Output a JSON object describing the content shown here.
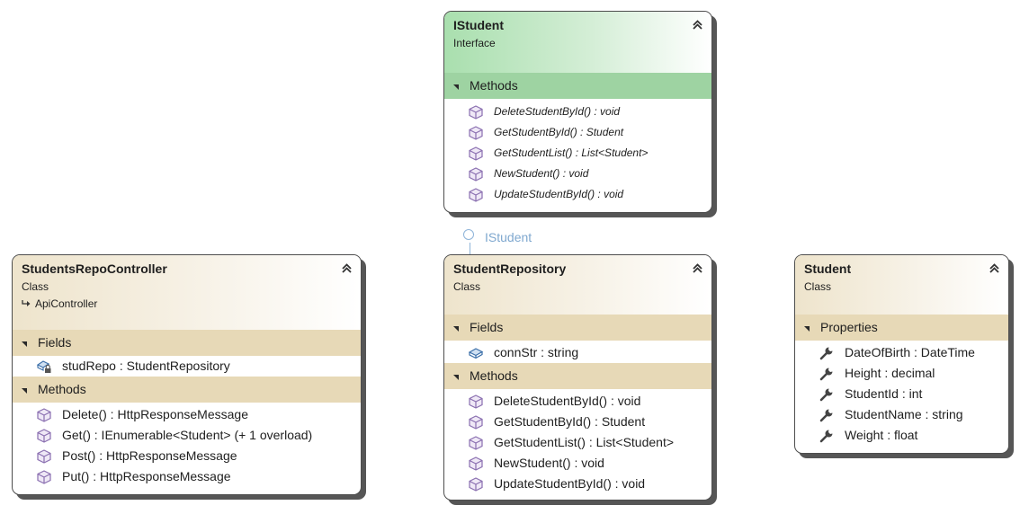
{
  "istudent": {
    "name": "IStudent",
    "stereotype": "Interface",
    "methods_label": "Methods",
    "methods": [
      "DeleteStudentById() : void",
      "GetStudentById() : Student",
      "GetStudentList() : List<Student>",
      "NewStudent() : void",
      "UpdateStudentById() : void"
    ]
  },
  "lollipop": {
    "label": "IStudent"
  },
  "controller": {
    "name": "StudentsRepoController",
    "stereotype": "Class",
    "base": "ApiController",
    "fields_label": "Fields",
    "fields": [
      "studRepo : StudentRepository"
    ],
    "methods_label": "Methods",
    "methods": [
      "Delete() : HttpResponseMessage",
      "Get() : IEnumerable<Student> (+ 1 overload)",
      "Post() : HttpResponseMessage",
      "Put() : HttpResponseMessage"
    ]
  },
  "repository": {
    "name": "StudentRepository",
    "stereotype": "Class",
    "fields_label": "Fields",
    "fields": [
      "connStr : string"
    ],
    "methods_label": "Methods",
    "methods": [
      "DeleteStudentById() : void",
      "GetStudentById() : Student",
      "GetStudentList() : List<Student>",
      "NewStudent() : void",
      "UpdateStudentById() : void"
    ]
  },
  "student": {
    "name": "Student",
    "stereotype": "Class",
    "properties_label": "Properties",
    "properties": [
      "DateOfBirth : DateTime",
      "Height : decimal",
      "StudentId : int",
      "StudentName : string",
      "Weight : float"
    ]
  },
  "colors": {
    "class_header": "#eee4cc",
    "class_section": "#e7d9b7",
    "interface_header": "#a9dfae",
    "interface_section": "#9ed3a2",
    "method_icon": "#8a6fb0",
    "field_icon": "#3a6ea8",
    "realization_line": "#8fb4d9"
  },
  "icons": {
    "collapse": "double-chevron-up-icon",
    "method": "method-cube-icon",
    "field": "field-icon",
    "private_field": "private-field-lock-icon",
    "property": "property-wrench-icon",
    "inheritance": "inheritance-arrow-icon"
  }
}
